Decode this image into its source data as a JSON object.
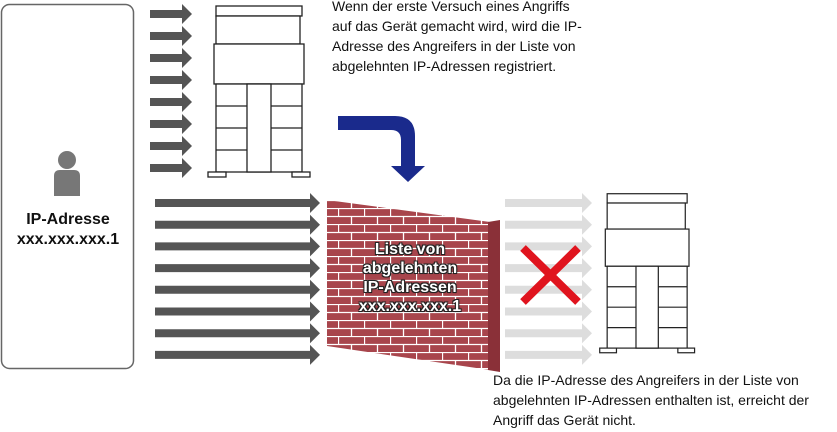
{
  "attacker": {
    "label": "IP-Adresse",
    "address": "xxx.xxx.xxx.1"
  },
  "wall": {
    "line1": "Liste von",
    "line2": "abgelehnten",
    "line3": "IP-Adressen",
    "line4": "xxx.xxx.xxx.1"
  },
  "note_top": "Wenn der erste Versuch eines Angriffs auf das Gerät gemacht wird, wird die IP-Adresse des Angreifers in der Liste von abgelehnten IP-Adressen registriert.",
  "note_bottom": "Da die IP-Adresse des Angreifers in der Liste von abgelehnten IP-Adressen enthalten ist, erreicht der Angriff das Gerät nicht.",
  "colors": {
    "arrow": "#555555",
    "arrow_blocked": "#dddddd",
    "wall": "#a8454c",
    "wall_side": "#8a3038",
    "blue_arrow": "#1a2a8c",
    "cross": "#e0141e",
    "person": "#777777"
  }
}
